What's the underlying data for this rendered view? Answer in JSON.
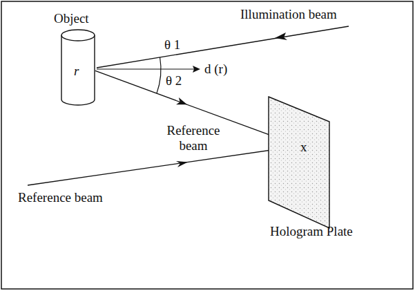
{
  "diagram": {
    "nodes": [
      {
        "text": [
          "Object",
          "r"
        ]
      },
      {
        "text": [
          "Hologram Plate",
          "x"
        ]
      }
    ],
    "edges": [
      {
        "from": 0,
        "to": 1,
        "arrow": "to",
        "label": "Reference beam"
      }
    ],
    "labels": [
      "Illumination beam",
      "θ 1",
      "θ 2",
      "d (r)",
      "Reference beam"
    ]
  }
}
